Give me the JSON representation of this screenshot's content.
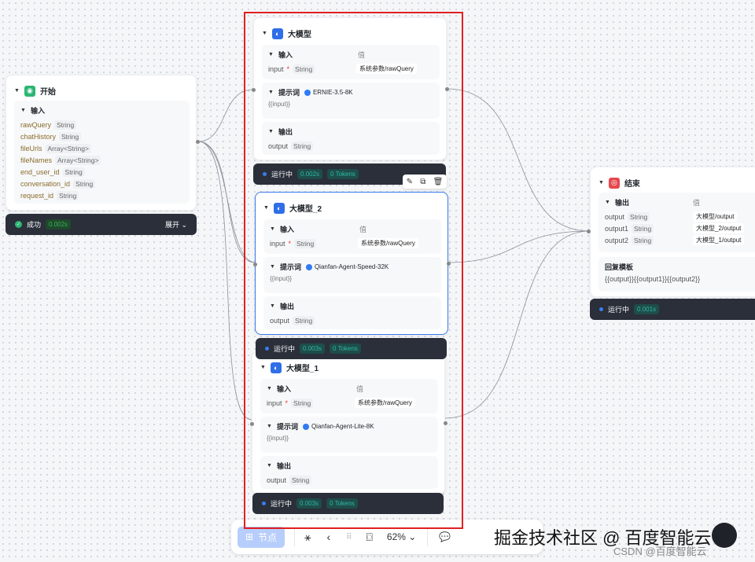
{
  "start_node": {
    "title": "开始",
    "section": "输入",
    "fields": [
      {
        "name": "rawQuery",
        "type": "String"
      },
      {
        "name": "chatHistory",
        "type": "String"
      },
      {
        "name": "fileUrls",
        "type": "Array<String>"
      },
      {
        "name": "fileNames",
        "type": "Array<String>"
      },
      {
        "name": "end_user_id",
        "type": "String"
      },
      {
        "name": "conversation_id",
        "type": "String"
      },
      {
        "name": "request_id",
        "type": "String"
      }
    ],
    "status": "成功",
    "time": "0.002s",
    "expand": "展开",
    "accent": "#2bb673"
  },
  "llm_nodes": [
    {
      "title": "大模型",
      "input_label": "输入",
      "value_header": "值",
      "input_name": "input",
      "input_type": "String",
      "input_value": "系统参数/rawQuery",
      "prompt_label": "提示词",
      "model": "ERNIE-3.5-8K",
      "prompt": "{{input}}",
      "output_label": "输出",
      "output_name": "output",
      "output_type": "String",
      "status": "运行中",
      "time": "0.002s",
      "tokens": "0 Tokens"
    },
    {
      "title": "大模型_2",
      "input_label": "输入",
      "value_header": "值",
      "input_name": "input",
      "input_type": "String",
      "input_value": "系统参数/rawQuery",
      "prompt_label": "提示词",
      "model": "Qianfan-Agent-Speed-32K",
      "prompt": "{{input}}",
      "output_label": "输出",
      "output_name": "output",
      "output_type": "String",
      "status": "运行中",
      "time": "0.003s",
      "tokens": "0 Tokens"
    },
    {
      "title": "大模型_1",
      "input_label": "输入",
      "value_header": "值",
      "input_name": "input",
      "input_type": "String",
      "input_value": "系统参数/rawQuery",
      "prompt_label": "提示词",
      "model": "Qianfan-Agent-Lite-8K",
      "prompt": "{{input}}",
      "output_label": "输出",
      "output_name": "output",
      "output_type": "String",
      "status": "运行中",
      "time": "0.003s",
      "tokens": "0 Tokens"
    }
  ],
  "end_node": {
    "title": "结束",
    "section": "输出",
    "value_header": "值",
    "outputs": [
      {
        "name": "output",
        "type": "String",
        "value": "大模型/output"
      },
      {
        "name": "output1",
        "type": "String",
        "value": "大模型_2/output"
      },
      {
        "name": "output2",
        "type": "String",
        "value": "大模型_1/output"
      }
    ],
    "template_label": "回复模板",
    "template": "{{output}}{{output1}}{{output2}}",
    "status": "运行中",
    "time": "0.001s",
    "accent": "#e5484d"
  },
  "toolbar": {
    "add_node": "节点",
    "zoom": "62%"
  },
  "watermark": {
    "main": "掘金技术社区 @ 百度智能云",
    "sub": "CSDN @百度智能云"
  },
  "colors": {
    "selection": "#3b7cf0",
    "highlight_box": "#e02020",
    "llm_icon": "#2f6ee8"
  }
}
